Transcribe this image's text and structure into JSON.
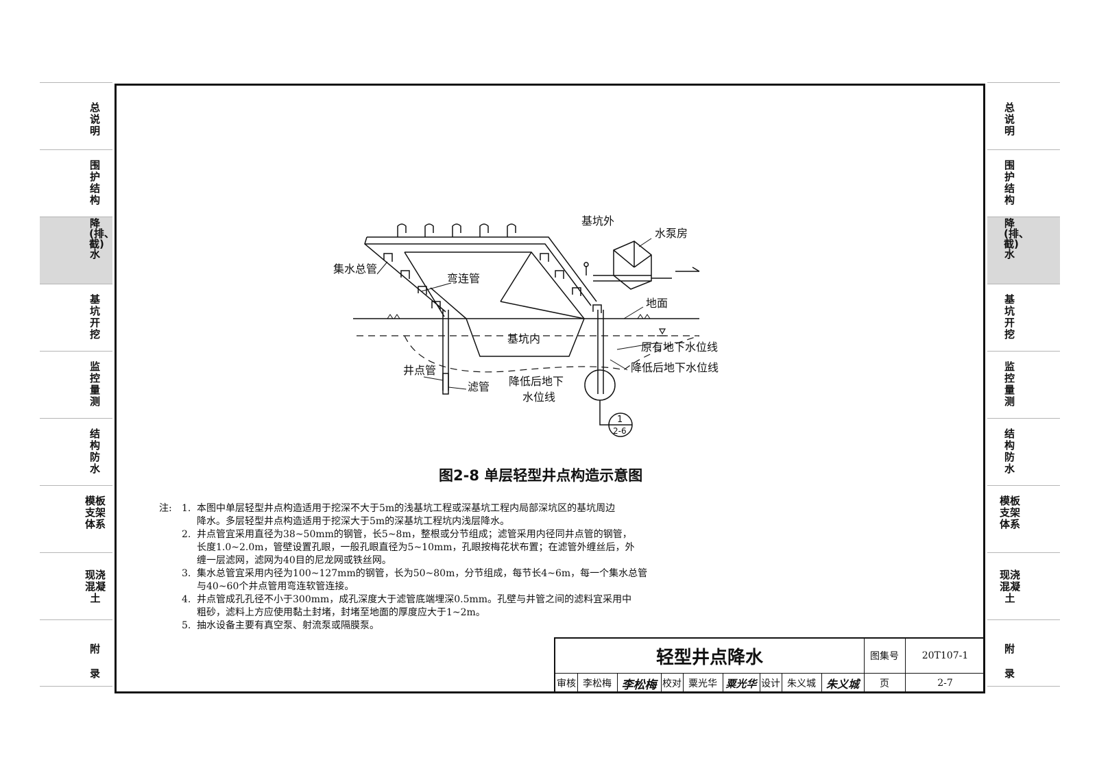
{
  "side_tabs": [
    {
      "id": "general",
      "text": "总说明"
    },
    {
      "id": "retaining",
      "text": "围护结构"
    },
    {
      "id": "dewatering",
      "text": "降(排、截)水",
      "active": true
    },
    {
      "id": "excavation",
      "text": "基坑开挖"
    },
    {
      "id": "monitoring",
      "text": "监控量测"
    },
    {
      "id": "waterproof",
      "text": "结构防水"
    },
    {
      "id": "formwork",
      "text": "模板支架体系"
    },
    {
      "id": "concrete",
      "text": "现浇混凝土"
    },
    {
      "id": "appendix",
      "text": "附录"
    }
  ],
  "diagram": {
    "labels": {
      "outside_pit": "基坑外",
      "pump_house": "水泵房",
      "header_pipe": "集水总管",
      "bend_pipe": "弯连管",
      "ground": "地面",
      "inside_pit": "基坑内",
      "original_water_table": "原有地下水位线",
      "lowered_water_table": "降低后地下水位线",
      "well_point_pipe": "井点管",
      "filter_pipe": "滤管",
      "lowered_table_line1": "降低后地下",
      "lowered_table_line2": "水位线",
      "detail_top": "1",
      "detail_bottom": "2-6"
    }
  },
  "caption": "图2-8  单层轻型井点构造示意图",
  "notes": {
    "heading": "注:",
    "items": [
      {
        "num": "1.",
        "lines": [
          "本图中单层轻型井点构造适用于挖深不大于5m的浅基坑工程或深基坑工程内局部深坑区的基坑周边",
          "降水。多层轻型井点构造适用于挖深大于5m的深基坑工程坑内浅层降水。"
        ]
      },
      {
        "num": "2.",
        "lines": [
          "井点管宜采用直径为38~50mm的钢管，长5~8m，整根或分节组成；滤管采用内径同井点管的钢管，",
          "长度1.0~2.0m，管壁设置孔眼，一般孔眼直径为5~10mm，孔眼按梅花状布置；在滤管外缠丝后，外",
          "缠一层滤网，滤网为40目的尼龙网或铁丝网。"
        ]
      },
      {
        "num": "3.",
        "lines": [
          "集水总管宜采用内径为100~127mm的钢管，长为50~80m，分节组成，每节长4~6m，每一个集水总管",
          "与40~60个井点管用弯连软管连接。"
        ]
      },
      {
        "num": "4.",
        "lines": [
          "井点管成孔孔径不小于300mm，成孔深度大于滤管底端埋深0.5mm。孔壁与井管之间的滤料宜采用中",
          "粗砂，滤料上方应使用黏土封堵，封堵至地面的厚度应大于1~2m。"
        ]
      },
      {
        "num": "5.",
        "lines": [
          "抽水设备主要有真空泵、射流泵或隔膜泵。"
        ]
      }
    ]
  },
  "title_block": {
    "title": "轻型井点降水",
    "atlas_label": "图集号",
    "atlas_no": "20T107-1",
    "review_label": "审核",
    "reviewer": "李松梅",
    "reviewer_sig": "李松梅",
    "check_label": "校对",
    "checker": "粟光华",
    "checker_sig": "粟光华",
    "design_label": "设计",
    "designer": "朱义城",
    "designer_sig": "朱义城",
    "page_label": "页",
    "page_no": "2-7"
  }
}
